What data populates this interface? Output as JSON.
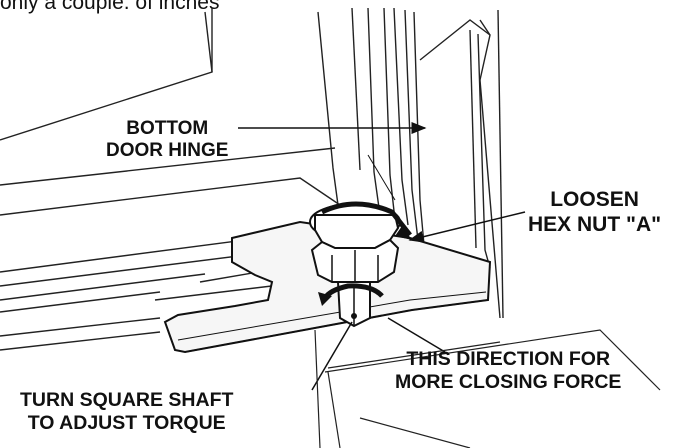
{
  "caption_partial": "only a couple. of inches",
  "labels": {
    "bottom_door_hinge": [
      "BOTTOM",
      "DOOR HINGE"
    ],
    "loosen_hex_nut": [
      "LOOSEN",
      "HEX NUT \"A\""
    ],
    "closing_force": [
      "THIS DIRECTION FOR",
      "MORE CLOSING FORCE"
    ],
    "turn_square_shaft": [
      "TURN SQUARE SHAFT",
      "TO ADJUST TORQUE"
    ]
  },
  "colors": {
    "ink": "#111111",
    "background": "#ffffff",
    "metal_fill": "#f6f6f6"
  }
}
